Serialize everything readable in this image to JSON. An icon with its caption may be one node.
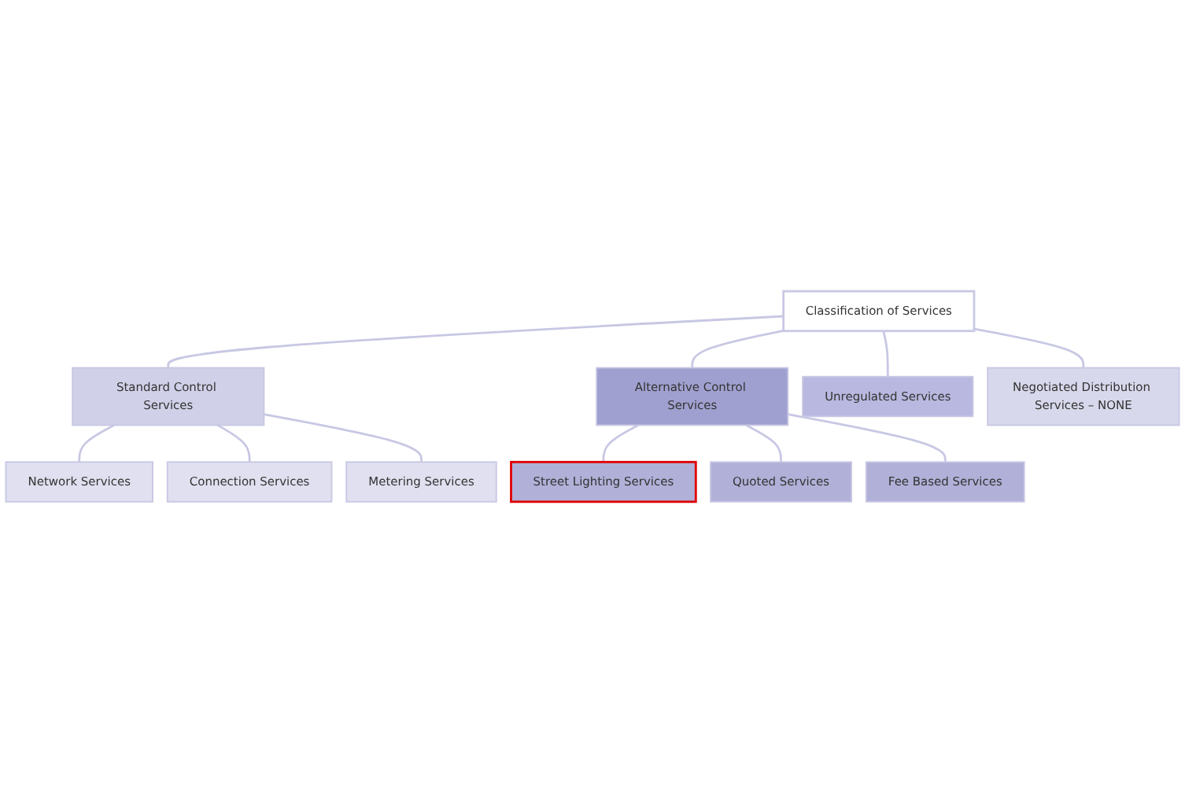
{
  "diagram": {
    "nodes": [
      {
        "text": [
          "Classification of Services"
        ]
      },
      {
        "text": [
          "Standard Control Services"
        ]
      },
      {
        "text": [
          "Alternative Control Services"
        ]
      },
      {
        "text": [
          "Unregulated Services"
        ]
      },
      {
        "text": [
          "Negotiated Distribution Services – NONE"
        ]
      },
      {
        "text": [
          "Network Services"
        ]
      },
      {
        "text": [
          "Connection Services"
        ]
      },
      {
        "text": [
          "Metering Services"
        ]
      },
      {
        "text": [
          "Street Lighting Services"
        ]
      },
      {
        "text": [
          "Quoted Services"
        ]
      },
      {
        "text": [
          "Fee Based Services"
        ]
      }
    ],
    "edges": [
      {
        "from": 0,
        "to": 1,
        "arrow": "none"
      },
      {
        "from": 0,
        "to": 2,
        "arrow": "none"
      },
      {
        "from": 0,
        "to": 3,
        "arrow": "none"
      },
      {
        "from": 0,
        "to": 4,
        "arrow": "none"
      },
      {
        "from": 1,
        "to": 5,
        "arrow": "none"
      },
      {
        "from": 1,
        "to": 6,
        "arrow": "none"
      },
      {
        "from": 1,
        "to": 7,
        "arrow": "none"
      },
      {
        "from": 2,
        "to": 8,
        "arrow": "none"
      },
      {
        "from": 2,
        "to": 9,
        "arrow": "none"
      },
      {
        "from": 2,
        "to": 10,
        "arrow": "none"
      }
    ]
  }
}
